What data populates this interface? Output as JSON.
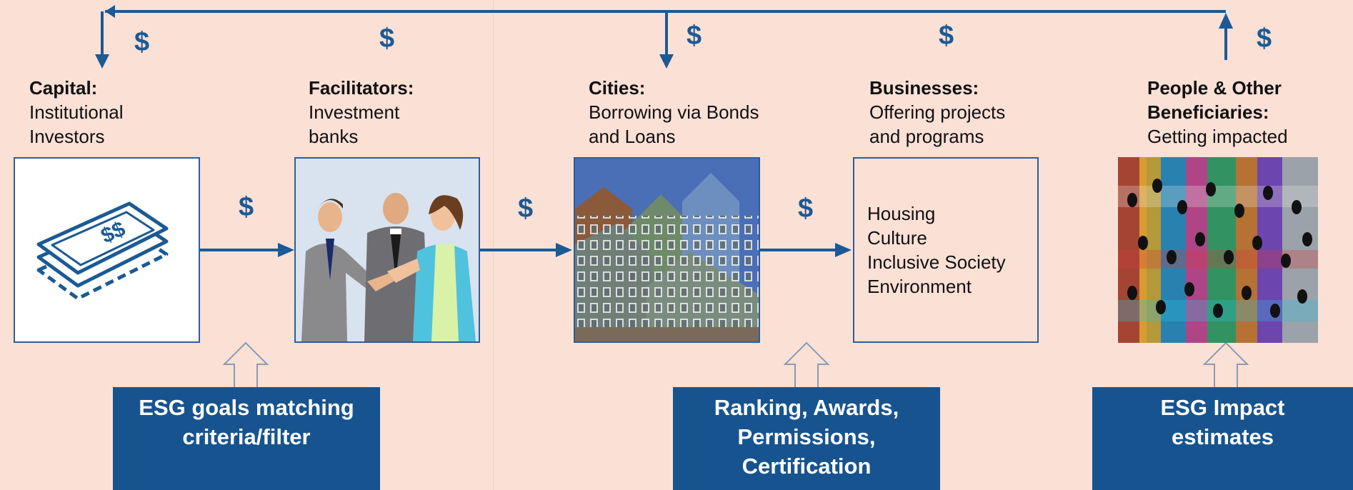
{
  "dollar_symbol": "$",
  "stages": [
    {
      "heading": "Capital:",
      "lines": [
        "Institutional",
        "Investors"
      ]
    },
    {
      "heading": "Facilitators:",
      "lines": [
        "Investment",
        "banks"
      ]
    },
    {
      "heading": "Cities:",
      "lines": [
        "Borrowing via Bonds",
        "and Loans"
      ]
    },
    {
      "heading": "Businesses:",
      "lines": [
        "Offering projects",
        "and programs"
      ]
    },
    {
      "heading_lines": [
        "People & Other",
        "Beneficiaries:"
      ],
      "lines": [
        "Getting impacted"
      ]
    }
  ],
  "business_items": [
    "Housing",
    "Culture",
    "Inclusive Society",
    "Environment"
  ],
  "info_boxes": [
    {
      "lines": [
        "ESG goals matching",
        "criteria/filter"
      ]
    },
    {
      "lines": [
        "Ranking, Awards,",
        "Permissions,",
        "Certification"
      ]
    },
    {
      "lines": [
        "ESG Impact",
        "estimates"
      ]
    }
  ],
  "colors": {
    "background": "#fbe0d6",
    "arrow": "#1b5a94",
    "info_box": "#17548f",
    "box_border": "#2d5e9a"
  },
  "icons": [
    "money-stack-icon",
    "handshake-illustration",
    "city-buildings-image",
    "crowd-painting-image",
    "hollow-up-arrow-icon"
  ]
}
